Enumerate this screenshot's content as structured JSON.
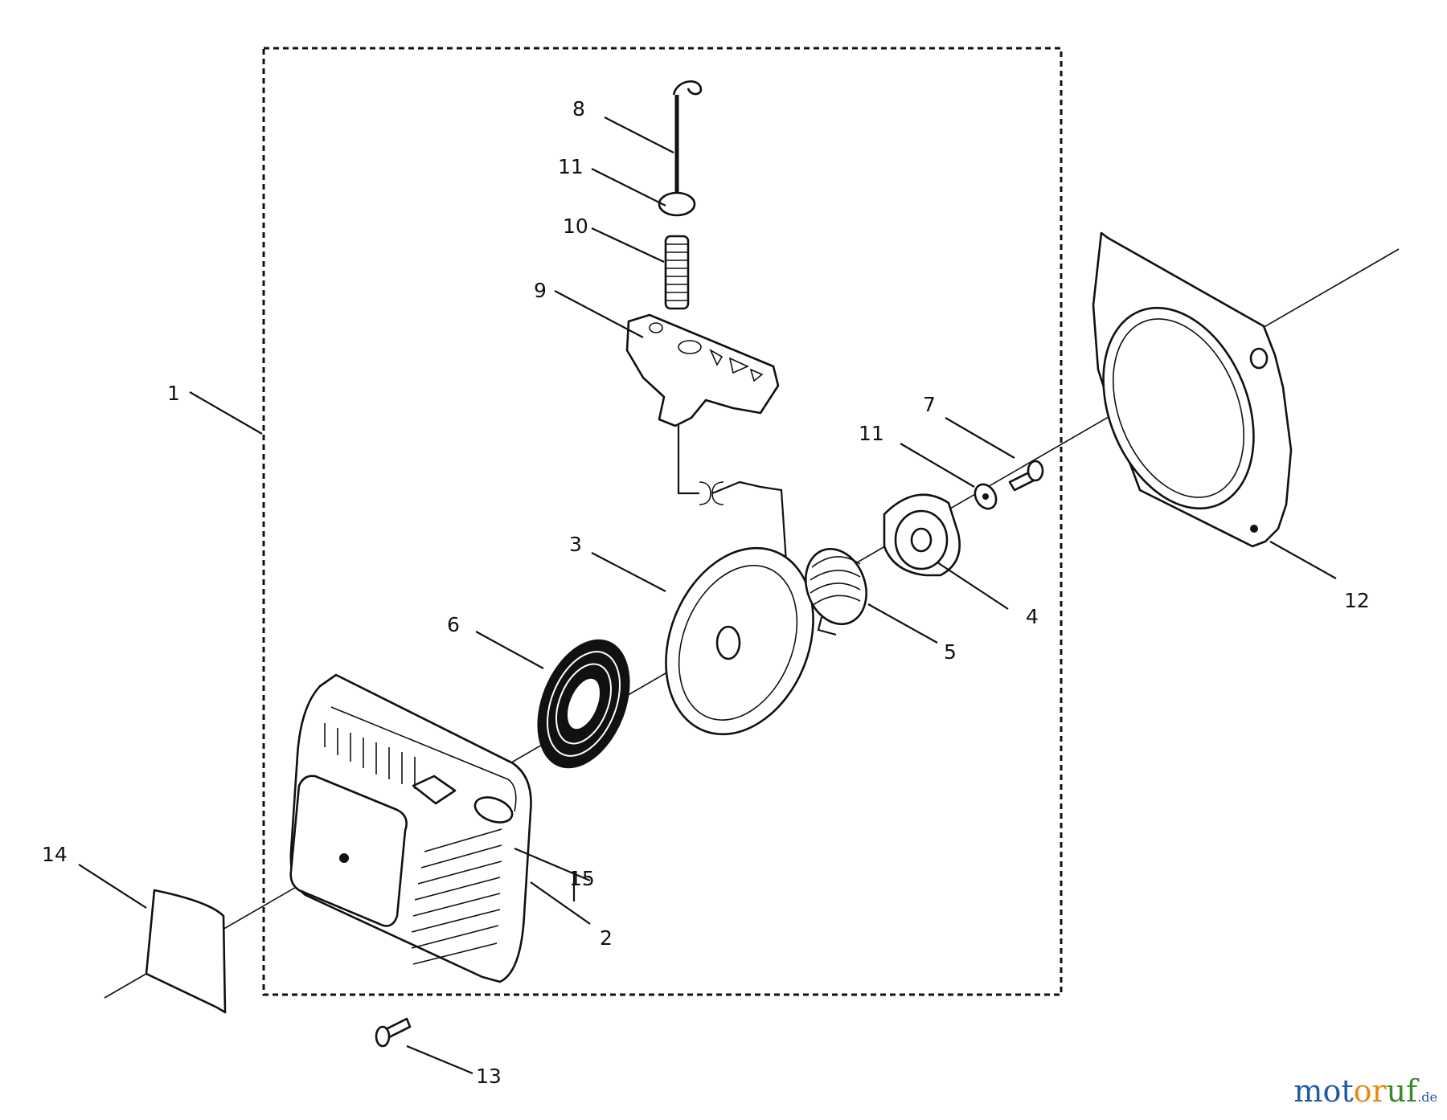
{
  "callouts": {
    "c1": "1",
    "c2": "2",
    "c3": "3",
    "c4": "4",
    "c5": "5",
    "c6": "6",
    "c7": "7",
    "c8": "8",
    "c9": "9",
    "c10": "10",
    "c11a": "11",
    "c11b": "11",
    "c12": "12",
    "c13": "13",
    "c14": "14",
    "c15": "15"
  },
  "watermark": {
    "part1": "mot",
    "part2": "or",
    "part3": "uf",
    "tld": ".de"
  },
  "colors": {
    "ink": "#111111",
    "logo_blue": "#1e5aa8",
    "logo_orange": "#e88a12",
    "logo_green": "#3a8a2a"
  }
}
